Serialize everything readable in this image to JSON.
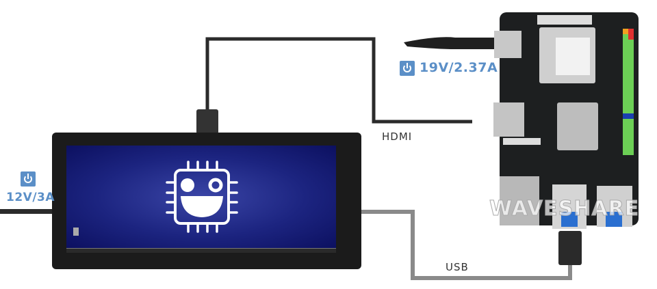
{
  "labels": {
    "board_power": "19V/2.37A",
    "display_power": "12V/3A",
    "hdmi": "HDMI",
    "usb": "USB"
  },
  "watermark": "WAVESHARE",
  "icons": {
    "power": "power-icon"
  },
  "colors": {
    "accent": "#5b8fc7",
    "cable": "#2b2b2b",
    "usb_cable": "#8a8a8a"
  }
}
